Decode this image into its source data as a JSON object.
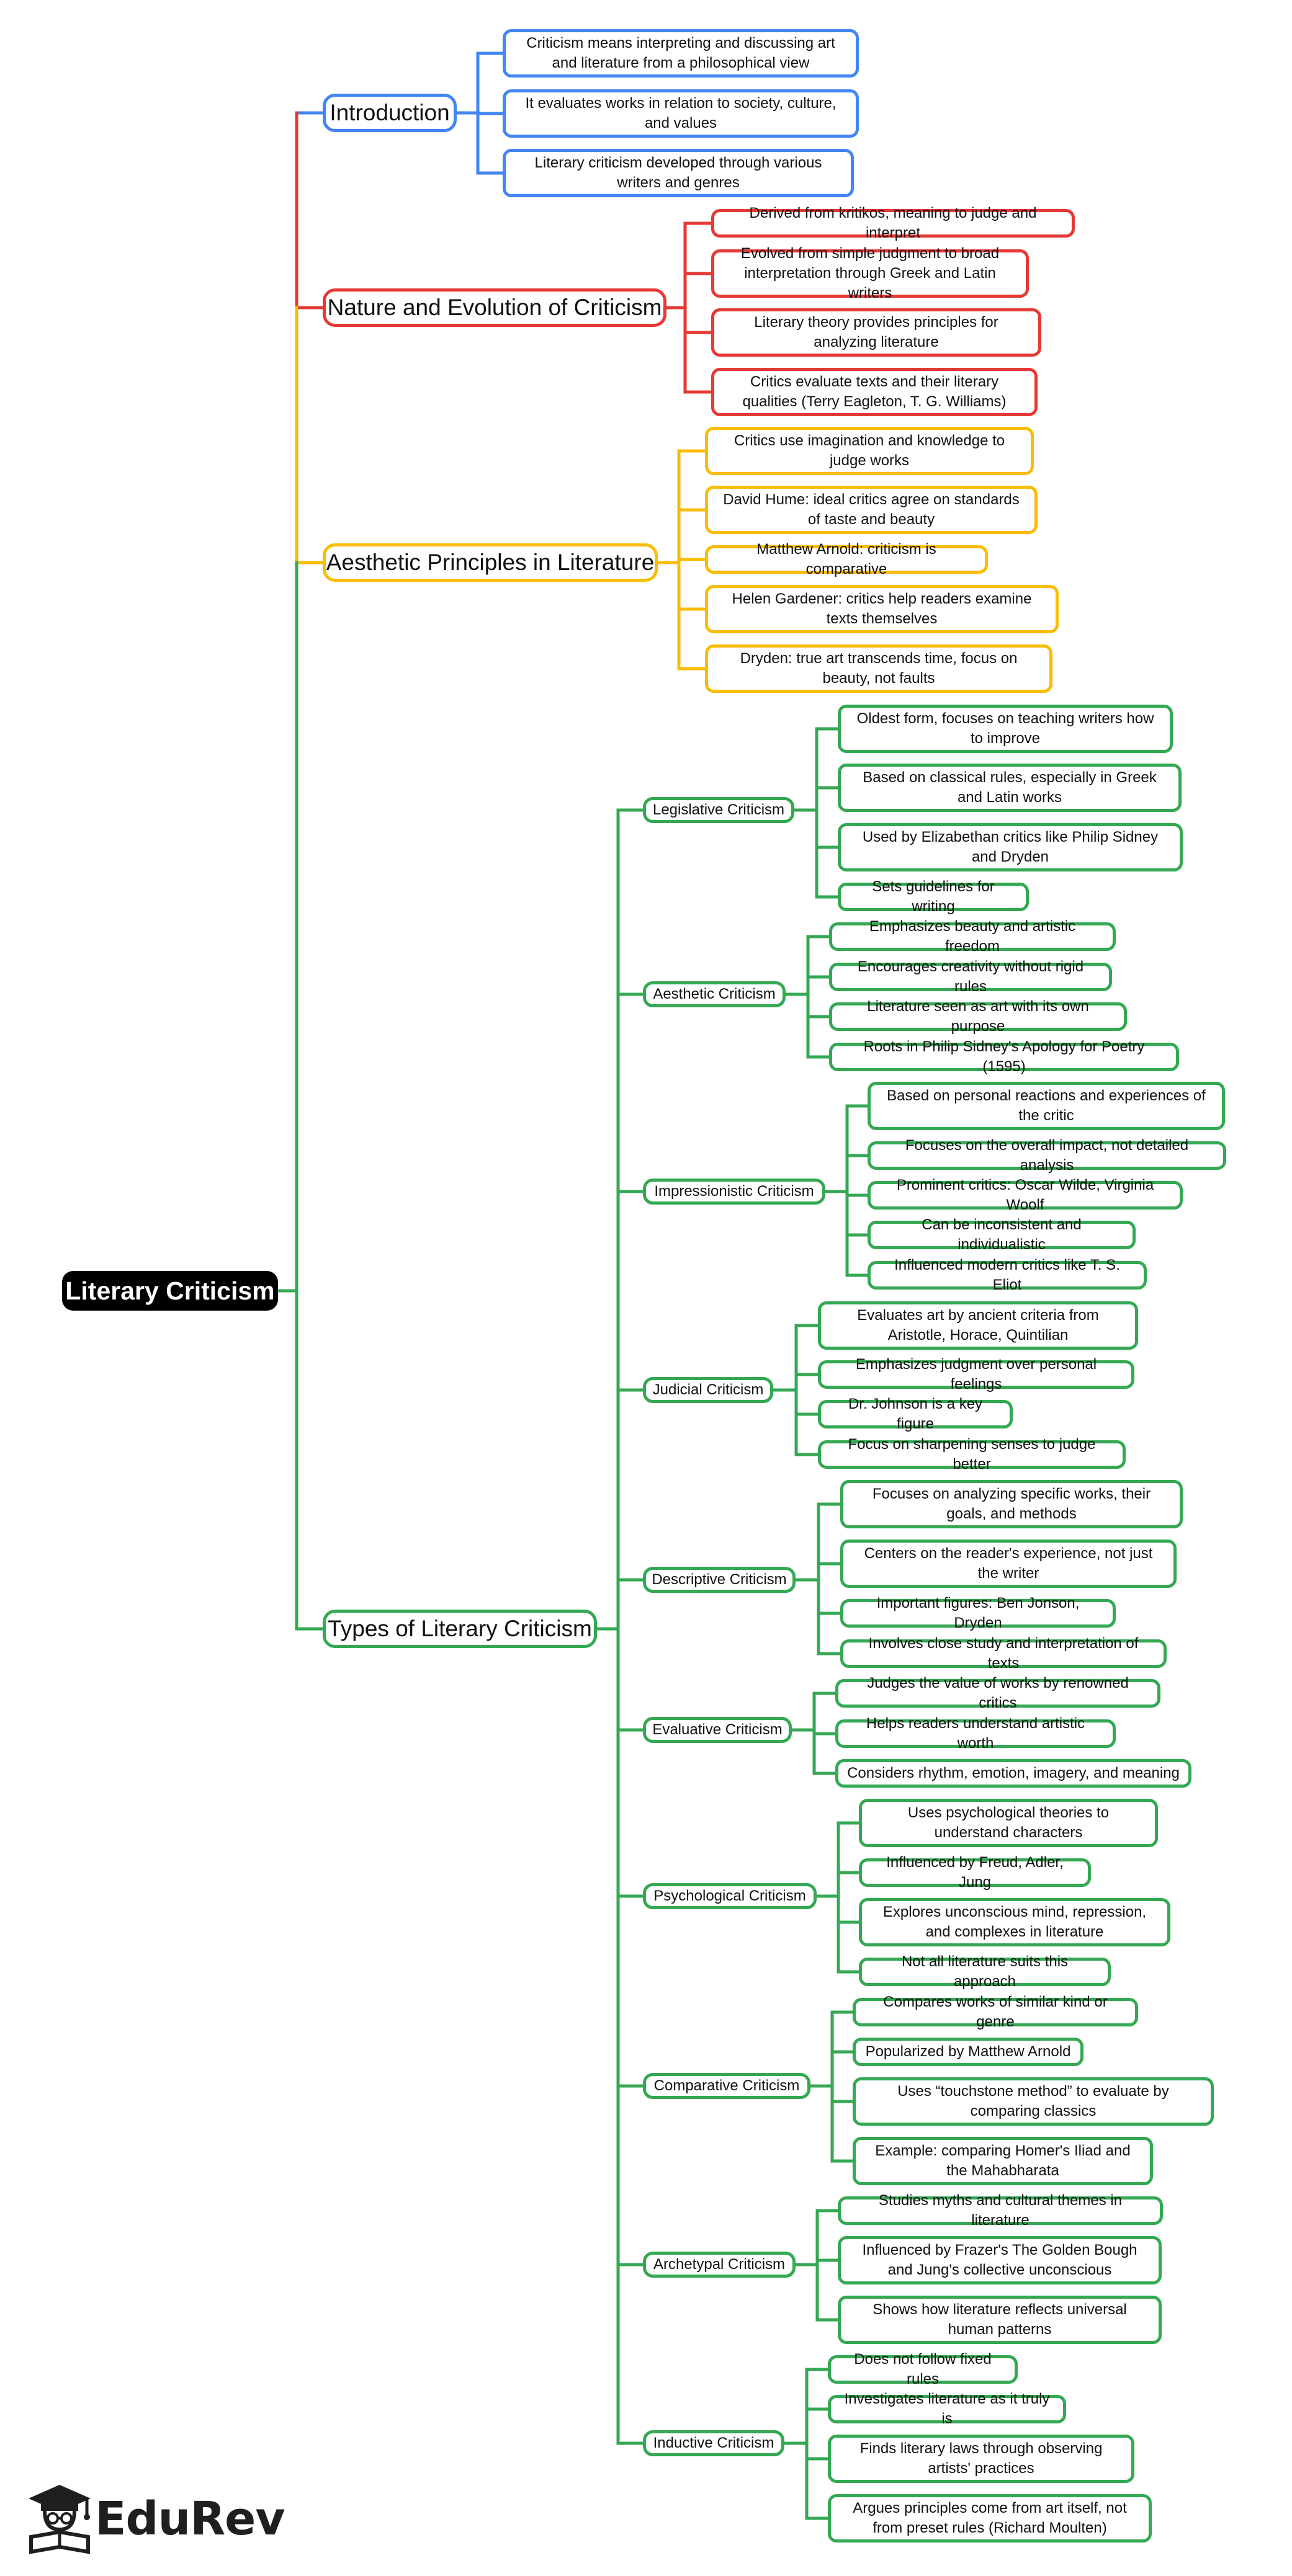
{
  "root": "Literary Criticism",
  "colors": {
    "introduction": "#4285f4",
    "nature": "#e53935",
    "aesthetic": "#fbbc04",
    "types": "#34a853"
  },
  "logo": {
    "text": "EduRev",
    "icon": "graduation-cap-reader-icon"
  },
  "branches": [
    {
      "label": "Introduction",
      "leaves": [
        "Criticism means interpreting and discussing art and literature from a philosophical view",
        "It evaluates works in relation to society, culture, and values",
        "Literary criticism developed through various writers and genres"
      ]
    },
    {
      "label": "Nature and Evolution of Criticism",
      "leaves": [
        "Derived from kritikos, meaning to judge and interpret",
        "Evolved from simple judgment to broad interpretation through Greek and Latin writers",
        "Literary theory provides principles for analyzing literature",
        "Critics evaluate texts and their literary qualities (Terry Eagleton, T. G. Williams)"
      ]
    },
    {
      "label": "Aesthetic Principles in Literature",
      "leaves": [
        "Critics use imagination and knowledge to judge works",
        "David Hume: ideal critics agree on standards of taste and beauty",
        "Matthew Arnold: criticism is comparative",
        "Helen Gardener: critics help readers examine texts themselves",
        "Dryden: true art transcends time, focus on beauty, not faults"
      ]
    },
    {
      "label": "Types of Literary Criticism",
      "subs": [
        {
          "label": "Legislative Criticism",
          "leaves": [
            "Oldest form, focuses on teaching writers how to improve",
            "Based on classical rules, especially in Greek and Latin works",
            "Used by Elizabethan critics like Philip Sidney and Dryden",
            "Sets guidelines for writing"
          ]
        },
        {
          "label": "Aesthetic Criticism",
          "leaves": [
            "Emphasizes beauty and artistic freedom",
            "Encourages creativity without rigid rules",
            "Literature seen as art with its own purpose",
            "Roots in Philip Sidney's Apology for Poetry (1595)"
          ]
        },
        {
          "label": "Impressionistic Criticism",
          "leaves": [
            "Based on personal reactions and experiences of the critic",
            "Focuses on the overall impact, not detailed analysis",
            "Prominent critics: Oscar Wilde, Virginia Woolf",
            "Can be inconsistent and individualistic",
            "Influenced modern critics like T. S. Eliot"
          ]
        },
        {
          "label": "Judicial Criticism",
          "leaves": [
            "Evaluates art by ancient criteria from Aristotle, Horace, Quintilian",
            "Emphasizes judgment over personal feelings",
            "Dr. Johnson is a key figure",
            "Focus on sharpening senses to judge better"
          ]
        },
        {
          "label": "Descriptive Criticism",
          "leaves": [
            "Focuses on analyzing specific works, their goals, and methods",
            "Centers on the reader's experience, not just the writer",
            "Important figures: Ben Jonson, Dryden",
            "Involves close study and interpretation of texts"
          ]
        },
        {
          "label": "Evaluative Criticism",
          "leaves": [
            "Judges the value of works by renowned critics",
            "Helps readers understand artistic worth",
            "Considers rhythm, emotion, imagery, and meaning"
          ]
        },
        {
          "label": "Psychological Criticism",
          "leaves": [
            "Uses psychological theories to understand characters",
            "Influenced by Freud, Adler, Jung",
            "Explores unconscious mind, repression, and complexes in literature",
            "Not all literature suits this approach"
          ]
        },
        {
          "label": "Comparative Criticism",
          "leaves": [
            "Compares works of similar kind or genre",
            "Popularized by Matthew Arnold",
            "Uses “touchstone method” to evaluate by comparing classics",
            "Example: comparing Homer's Iliad and the Mahabharata"
          ]
        },
        {
          "label": "Archetypal Criticism",
          "leaves": [
            "Studies myths and cultural themes in literature",
            "Influenced by Frazer's The Golden Bough and Jung's collective unconscious",
            "Shows how literature reflects universal human patterns"
          ]
        },
        {
          "label": "Inductive Criticism",
          "leaves": [
            "Does not follow fixed rules",
            "Investigates literature as it truly is",
            "Finds literary laws through observing artists' practices",
            "Argues principles come from art itself, not from preset rules (Richard Moulten)"
          ]
        }
      ]
    }
  ]
}
